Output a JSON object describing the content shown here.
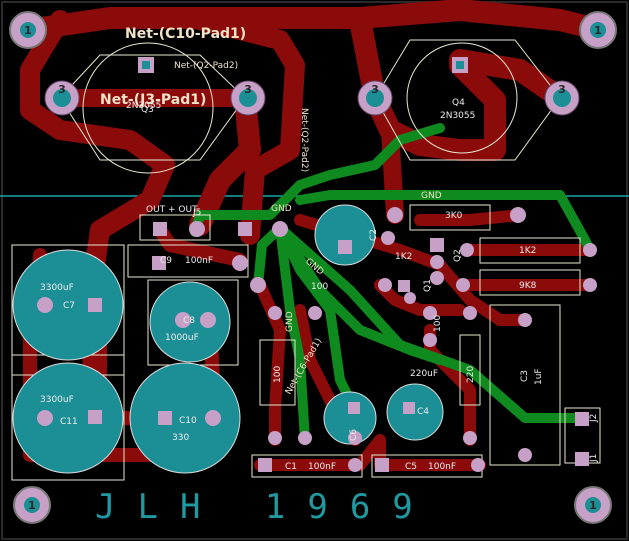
{
  "net_labels": {
    "c10_pad1": "Net-(C10-Pad1)",
    "q2_pad2": "Net-(Q2-Pad2)",
    "j3_pad1": "Net-(J3-Pad1)",
    "q2_pad2_vertical": "Net-(Q2-Pad2)",
    "c6_pad1": "Net-(C6-Pad1)",
    "gnd_top": "GND",
    "gnd_mid": "GND",
    "gnd_diag": "GND",
    "gnd_res": "GND"
  },
  "mounting_holes": [
    {
      "ref": "1"
    },
    {
      "ref": "1"
    },
    {
      "ref": "1"
    },
    {
      "ref": "1"
    }
  ],
  "transistor_pads": {
    "q3_left": "3",
    "q3_right": "3",
    "q4_left": "3",
    "q4_right": "3"
  },
  "components": {
    "q3_ref": "Q3",
    "q3_value": "2N3055",
    "q4_ref": "Q4",
    "q4_value": "2N3055",
    "j5_label": "OUT + OUT",
    "j5_ref": "J5",
    "r_3k0": "3K0",
    "r_1k2": "1K2",
    "r_1k2_b": "1K2",
    "r_9k8": "9K8",
    "r_100_a": "100",
    "r_100_b": "100",
    "r_100_c": "100",
    "r_220": "220",
    "c9_ref": "C9",
    "c9_value": "100nF",
    "c7_value": "3300uF",
    "c7_ref": "C7",
    "c11_value": "3300uF",
    "c11_ref": "C11",
    "c8_ref": "C8",
    "c8_value": "1000uF",
    "c10_ref": "C10",
    "c10_value": "330",
    "c1_ref": "C1",
    "c1_value": "100nF",
    "c5_ref": "C5",
    "c5_value": "100nF",
    "c4_ref": "C4",
    "c4_value": "220uF",
    "c3_ref": "C3",
    "c3_value": "1uF",
    "j1_ref": "J1",
    "j2_ref": "J2",
    "q2_ref": "Q2",
    "q1_ref": "Q1",
    "c6_ref": "C6",
    "c2_ref": "C2"
  },
  "branding": {
    "text": "JLH  1969"
  },
  "colors": {
    "board": "#000000",
    "trace_front": "#8b0a0a",
    "trace_back": "#0f8a1f",
    "pad": "#1c8f96",
    "via": "#c6a0c6",
    "silkscreen": "#e8e8d0",
    "edge_line": "#1aa6a6"
  }
}
